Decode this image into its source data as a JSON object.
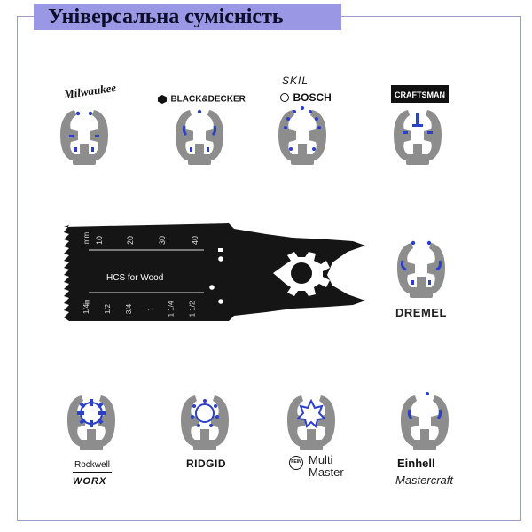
{
  "title": "Універсальна сумісність",
  "blade": {
    "label": "HCS for Wood",
    "mm_unit": "mm",
    "mm_ticks": [
      "10",
      "20",
      "30",
      "40"
    ],
    "inch_unit": "in",
    "inch_ticks": [
      "1/4",
      "1/2",
      "3/4",
      "1",
      "1 1/4",
      "1 1/2"
    ]
  },
  "brands": {
    "milwaukee": "Milwaukee",
    "black_decker": "BLACK&DECKER",
    "skil": "SKIL",
    "bosch": "BOSCH",
    "craftsman": "CRAFTSMAN",
    "dremel": "DREMEL",
    "rockwell": "Rockwell",
    "worx": "WORX",
    "ridgid": "RIDGID",
    "fein": "FEIN",
    "multimaster_1": "Multi",
    "multimaster_2": "Master",
    "einhell": "Einhell",
    "mastercraft": "Mastercraft"
  },
  "colors": {
    "title_bg": "#9a97e4",
    "frame": "#9c9ccf",
    "adapter_gray": "#8d8d8d",
    "accent_blue": "#2c3fc8",
    "blade_black": "#151515"
  }
}
